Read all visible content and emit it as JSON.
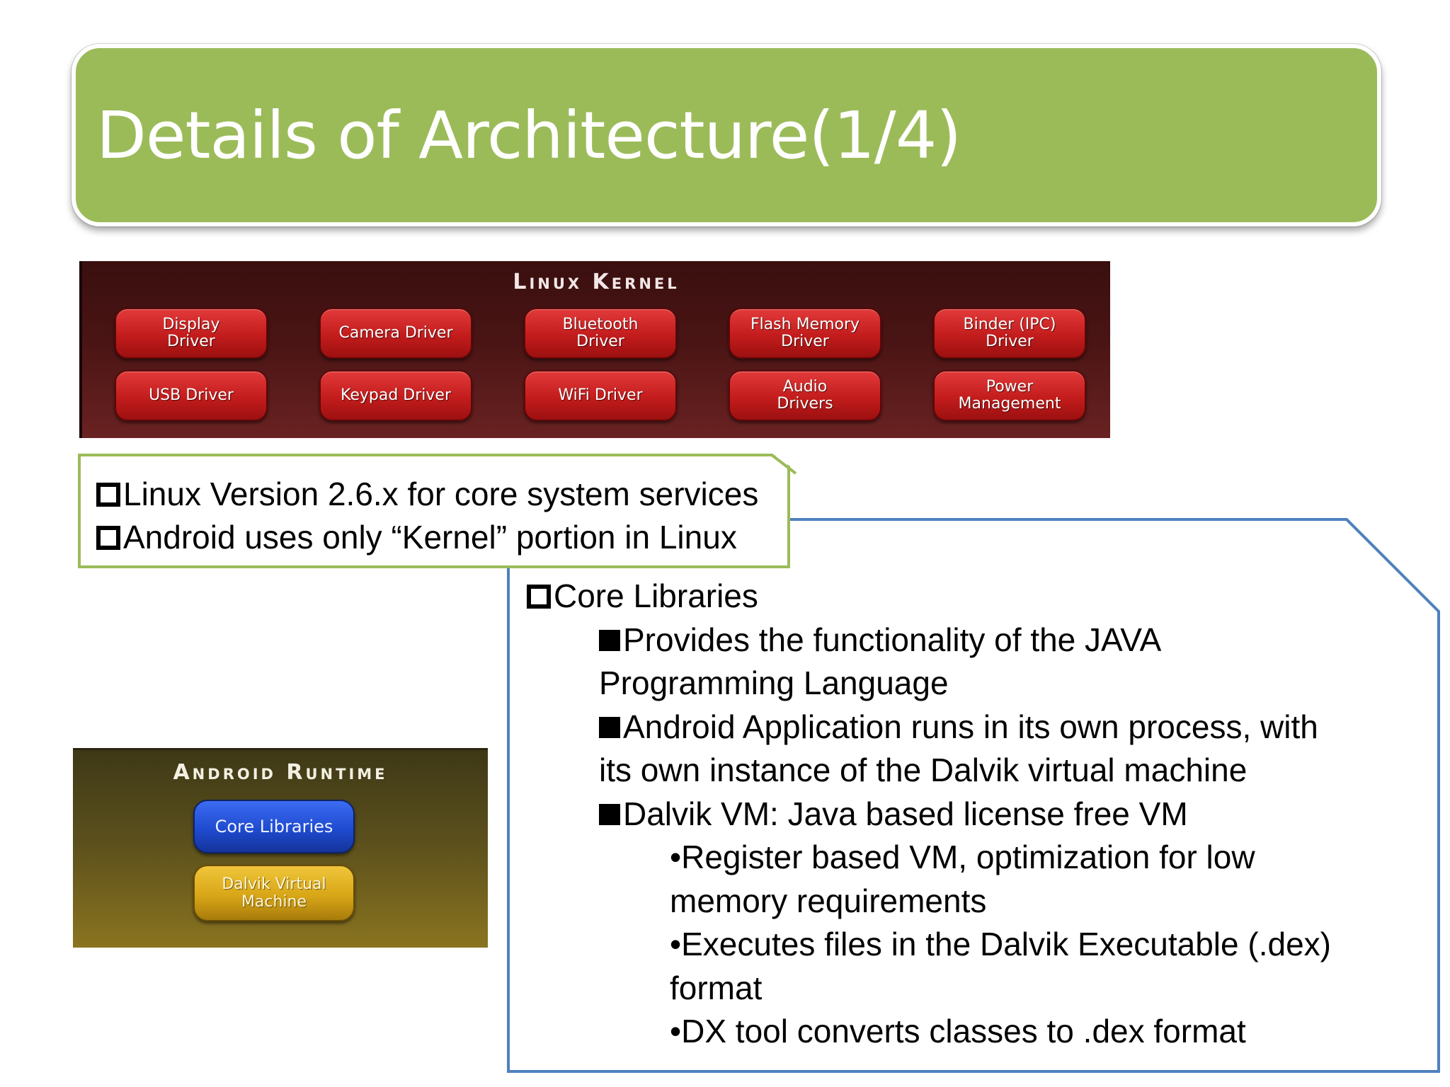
{
  "slide": {
    "title": "Details of Architecture(1/4)"
  },
  "linux_kernel": {
    "heading": "Linux Kernel",
    "drivers": [
      "Display\nDriver",
      "Camera Driver",
      "Bluetooth\nDriver",
      "Flash Memory\nDriver",
      "Binder (IPC)\nDriver",
      "USB Driver",
      "Keypad Driver",
      "WiFi Driver",
      "Audio\nDrivers",
      "Power\nManagement"
    ]
  },
  "linux_notes": [
    "Linux Version 2.6.x for core system services",
    "Android uses only “Kernel” portion in Linux"
  ],
  "android_runtime": {
    "heading": "Android Runtime",
    "core_libraries": "Core Libraries",
    "dalvik_vm": "Dalvik Virtual\nMachine"
  },
  "core_libraries_notes": {
    "heading": "Core Libraries",
    "items": [
      "Provides the functionality of the JAVA",
      "Programming Language",
      "Android Application runs in its own process, with",
      "its own instance of the Dalvik virtual machine",
      "Dalvik VM: Java based license free VM"
    ],
    "sub_items": [
      "•Register based VM, optimization for low",
      "memory requirements",
      "•Executes files in the Dalvik Executable (.dex)",
      "format",
      "•DX tool converts classes to .dex format"
    ]
  },
  "colors": {
    "title_green": "#9bbb59",
    "kernel_red": "#c31c1c",
    "runtime_olive": "#5a4f1c",
    "core_blue": "#1f4bd0",
    "dalvik_gold": "#d8a617",
    "core_box_border": "#4f81bd"
  }
}
